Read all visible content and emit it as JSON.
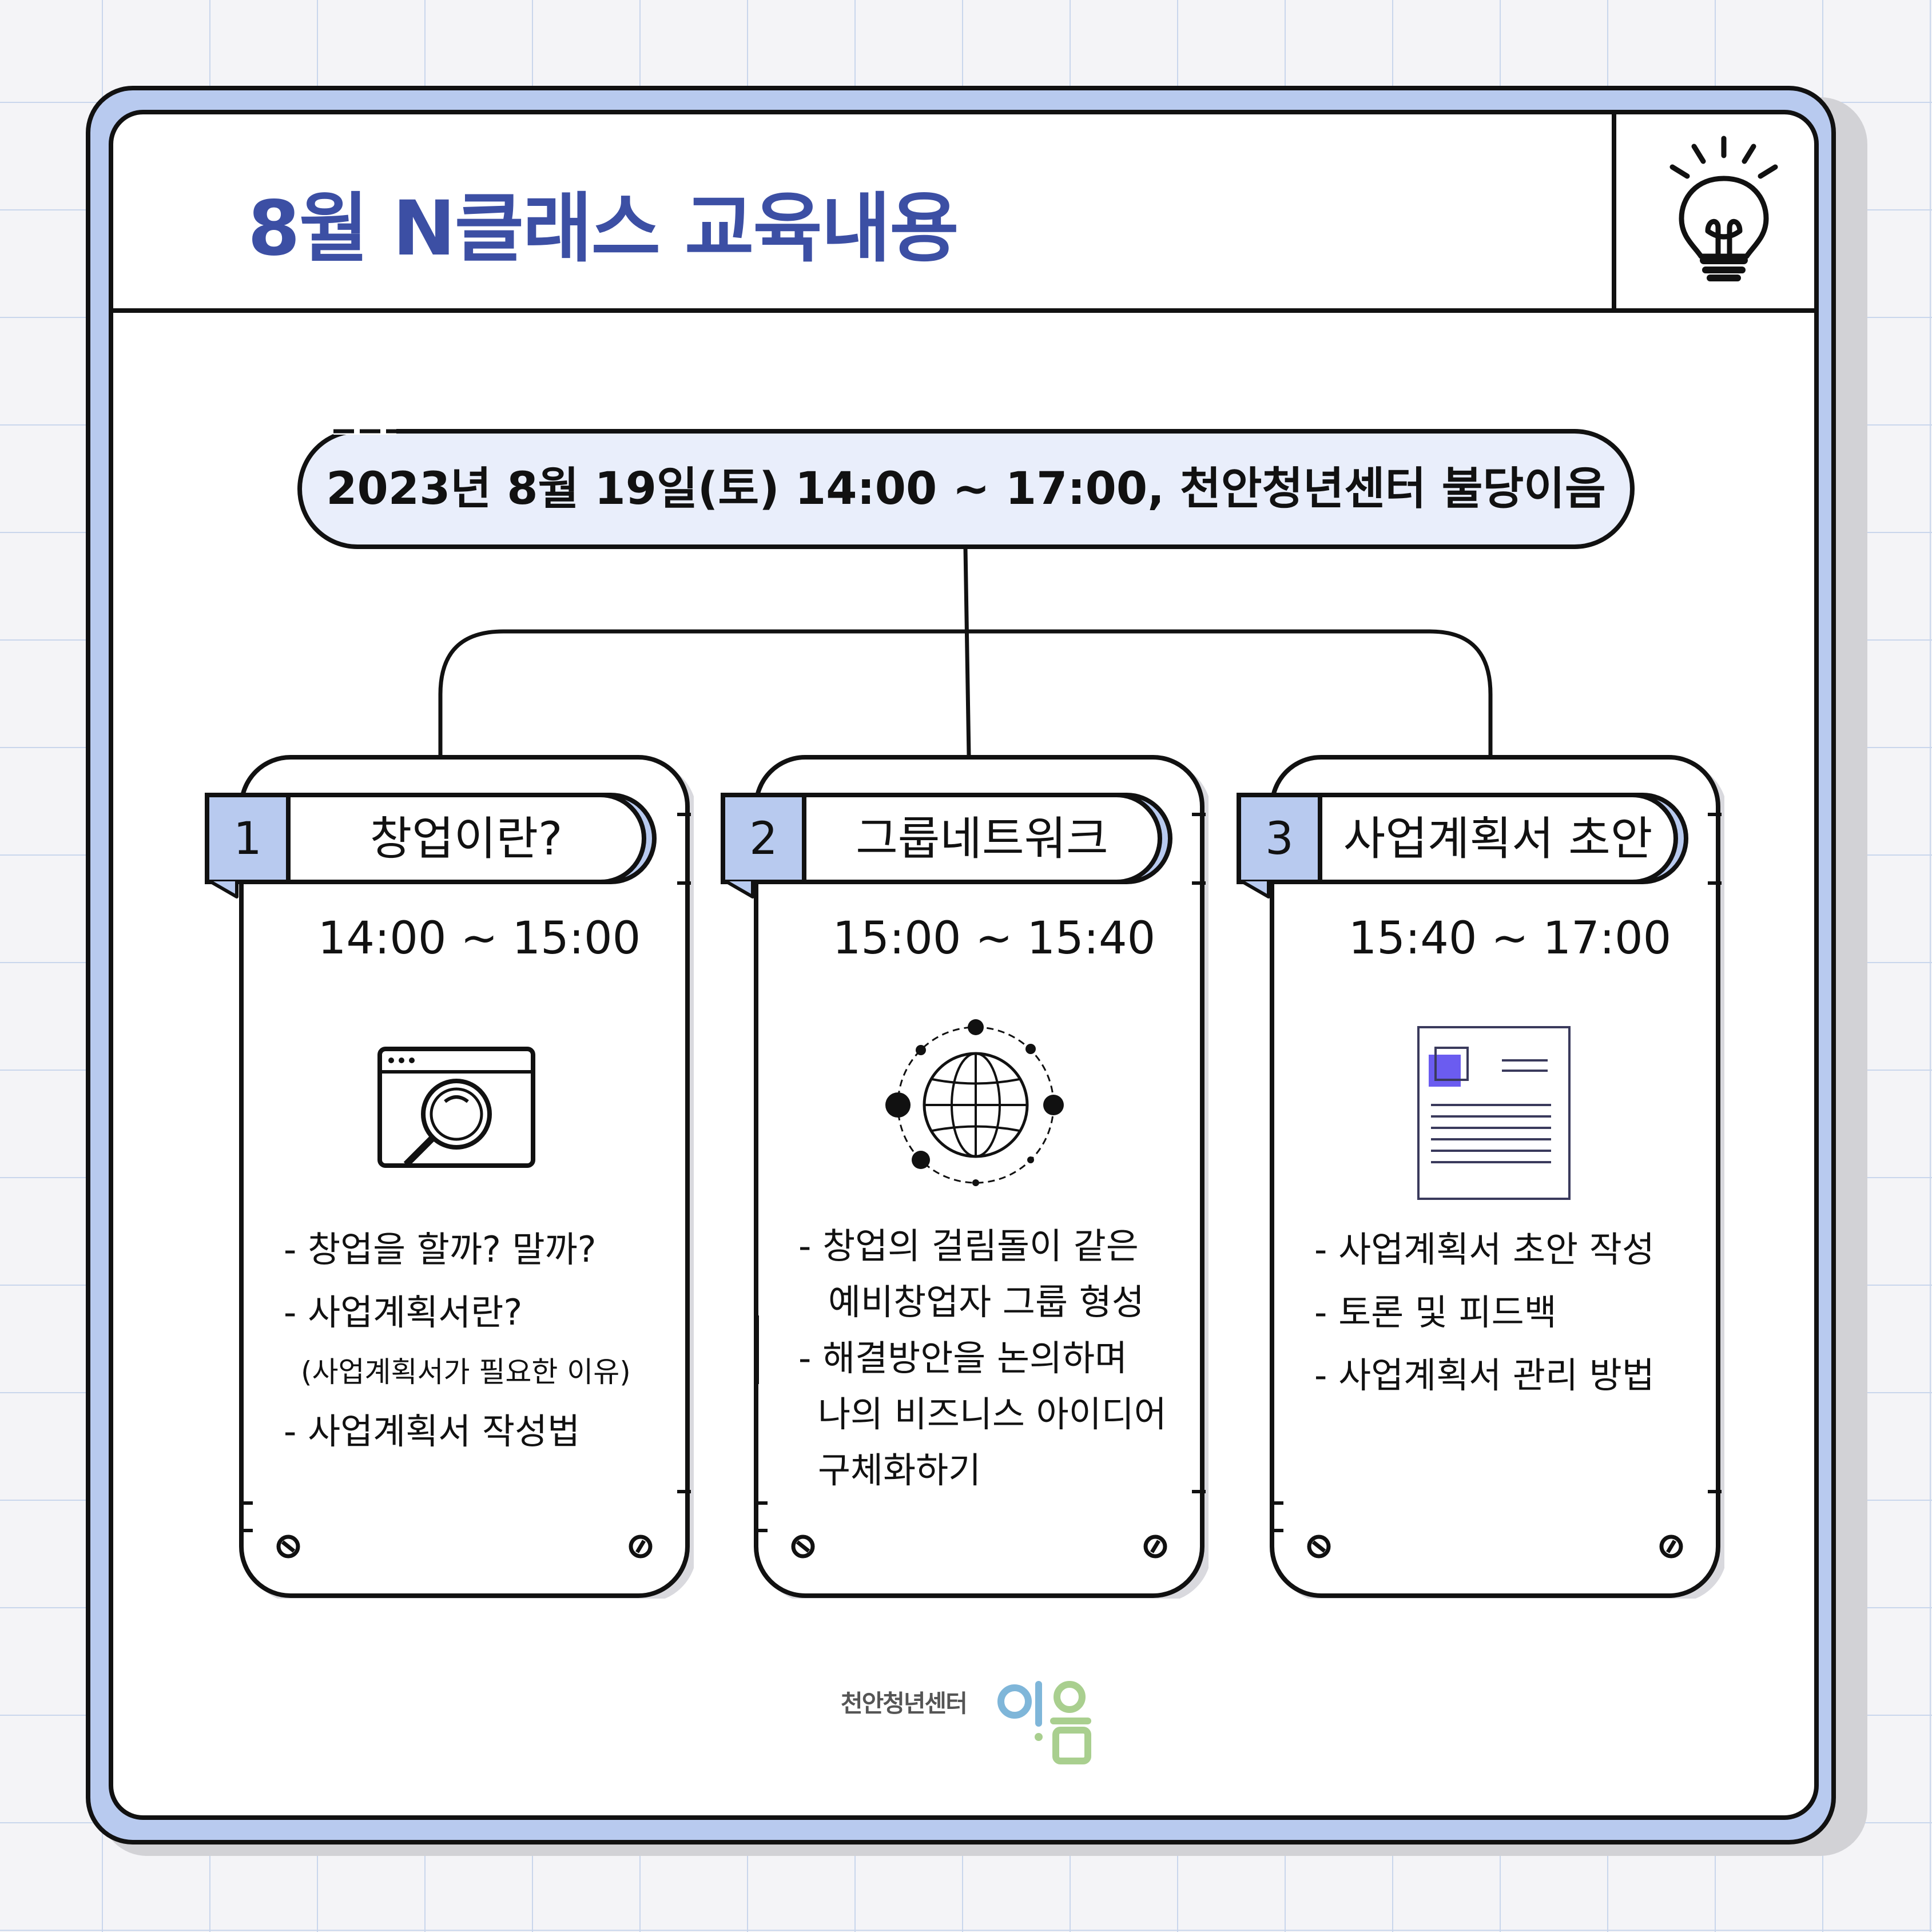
{
  "header": {
    "title": "8월 N클래스 교육내용"
  },
  "event": {
    "info": "2023년 8월 19일(토) 14:00 ~ 17:00, 천안청년센터 불당이음"
  },
  "sessions": [
    {
      "number": "1",
      "title": "창업이란?",
      "time": "14:00 ~ 15:00",
      "icon": "browser-search-icon",
      "bullets": [
        "- 창업을 할까? 말까?",
        "- 사업계획서란?",
        "(사업계획서가 필요한 이유)",
        "- 사업계획서 작성법"
      ]
    },
    {
      "number": "2",
      "title": "그룹네트워크",
      "time": "15:00 ~ 15:40",
      "icon": "globe-network-icon",
      "bullets": [
        "- 창업의  걸림돌이 같은",
        "예비창업자 그룹 형성",
        "- 해결방안을 논의하며",
        "나의 비즈니스 아이디어",
        "구체화하기"
      ]
    },
    {
      "number": "3",
      "title": "사업계획서 초안",
      "time": "15:40 ~ 17:00",
      "icon": "document-icon",
      "bullets": [
        "- 사업계획서 초안 작성",
        "- 토론 및 피드백",
        "- 사업계획서 관리 방법"
      ]
    }
  ],
  "footer": {
    "org_name": "천안청년센터",
    "logo_text": "이음"
  },
  "colors": {
    "title": "#3c4fa4",
    "accent": "#b8caef",
    "pill_bg": "#e9eefb",
    "doc_square": "#6b5cf0",
    "logo_blue": "#7fb6d9",
    "logo_green": "#a9cf8f"
  }
}
